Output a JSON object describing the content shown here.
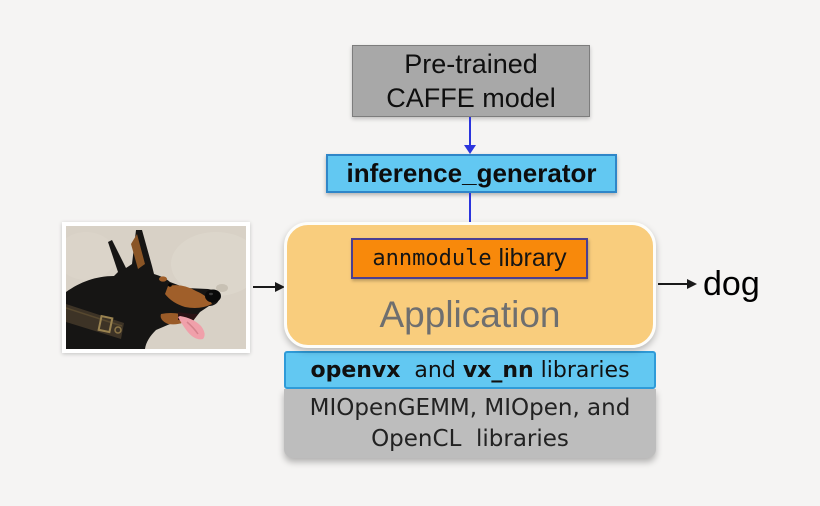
{
  "canvas": {
    "background": "#f5f4f3"
  },
  "flow": {
    "pretrained_box": {
      "line1": "Pre-trained",
      "line2": "CAFFE model",
      "fill": "#a8a8a8",
      "border_color": "#7d7d7d"
    },
    "inference_box": {
      "label": "inference_generator",
      "fill": "#62c8f2",
      "border_color": "#2f86c8"
    },
    "application_box": {
      "title": "Application",
      "fill": "#f9cd7d",
      "annmodule_box": {
        "name_mono": "annmodule",
        "suffix": " library",
        "fill": "#f8890b",
        "border_color": "#4b3f92"
      }
    },
    "openvx_box": {
      "seg_bold_1": "openvx",
      "seg_mid": "  and ",
      "seg_bold_2": "vx_nn",
      "seg_end": " libraries",
      "fill": "#62c8f2",
      "border_color": "#2f9bd8"
    },
    "miopen_box": {
      "line1": "MIOpenGEMM, MIOpen, and",
      "line2": "OpenCL  libraries",
      "fill": "#bdbdbd"
    }
  },
  "io": {
    "input_image": "doberman-dog-photo",
    "output_label": "dog"
  },
  "arrow_colors": {
    "flow": "#2b35dd",
    "io": "#1a1a1a"
  }
}
